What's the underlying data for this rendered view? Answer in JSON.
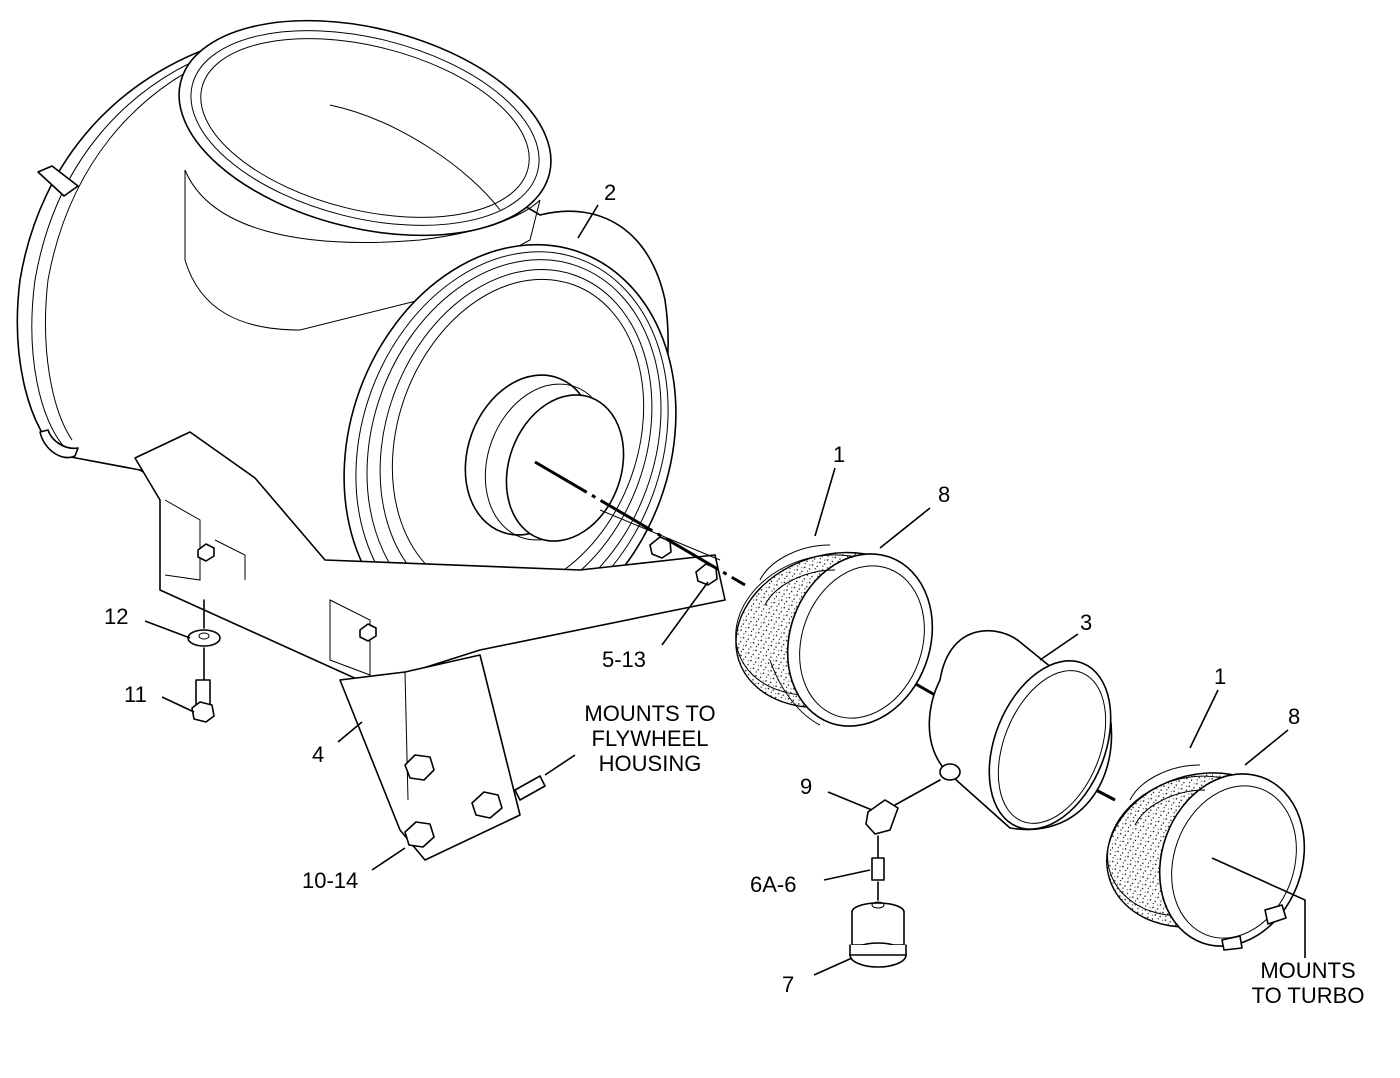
{
  "callouts": {
    "c1a": "1",
    "c1b": "1",
    "c2": "2",
    "c3": "3",
    "c4": "4",
    "c513": "5-13",
    "c6a6": "6A-6",
    "c7": "7",
    "c8a": "8",
    "c8b": "8",
    "c9": "9",
    "c1014": "10-14",
    "c11": "11",
    "c12": "12"
  },
  "notes": {
    "flywheel": [
      "MOUNTS TO",
      "FLYWHEEL",
      "HOUSING"
    ],
    "turbo": [
      "MOUNTS",
      "TO TURBO"
    ]
  }
}
